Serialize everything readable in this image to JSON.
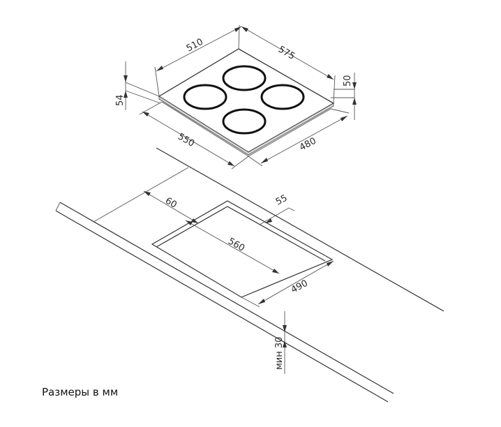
{
  "dimensions": {
    "hob_width": "510",
    "hob_depth": "575",
    "hob_front_height": "54",
    "hob_side_height": "50",
    "hob_inner_width": "550",
    "hob_inner_depth": "480",
    "cutout_offset_left": "60",
    "cutout_offset_back": "55",
    "cutout_width": "560",
    "cutout_depth": "490",
    "countertop_min_thickness": "мин 30"
  },
  "caption": "Размеры в мм"
}
